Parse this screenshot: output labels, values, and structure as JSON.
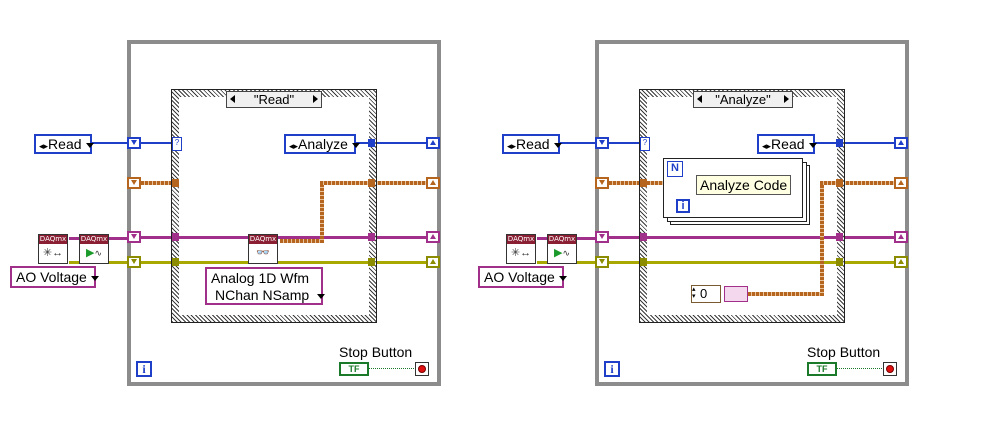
{
  "left_diagram": {
    "case_selector": "\"Read\"",
    "state_input_enum": "Read",
    "next_state_enum": "Analyze",
    "channel_type_enum": "AO Voltage",
    "daqmx_create_label": "DAQmx",
    "daqmx_start_label": "DAQmx",
    "daqmx_read_label": "DAQmx",
    "read_polymorphic_line1": "Analog 1D Wfm",
    "read_polymorphic_line2": "NChan NSamp",
    "stop_label": "Stop Button",
    "stop_terminal": "TF",
    "iteration_terminal": "i"
  },
  "right_diagram": {
    "case_selector": "\"Analyze\"",
    "state_input_enum": "Read",
    "next_state_enum": "Read",
    "channel_type_enum": "AO Voltage",
    "daqmx_create_label": "DAQmx",
    "daqmx_start_label": "DAQmx",
    "subvi_n_label": "N",
    "subvi_label": "Analyze Code",
    "subvi_i_label": "i",
    "numeric_constant": "0",
    "stop_label": "Stop Button",
    "stop_terminal": "TF",
    "iteration_terminal": "i"
  },
  "colors": {
    "enum_blue": "#1f3fc9",
    "error_wire": "#b5651d",
    "task_wire": "#a0308a",
    "dbl_wire": "#8c8c00",
    "bool_wire": "#1a7a2a"
  }
}
